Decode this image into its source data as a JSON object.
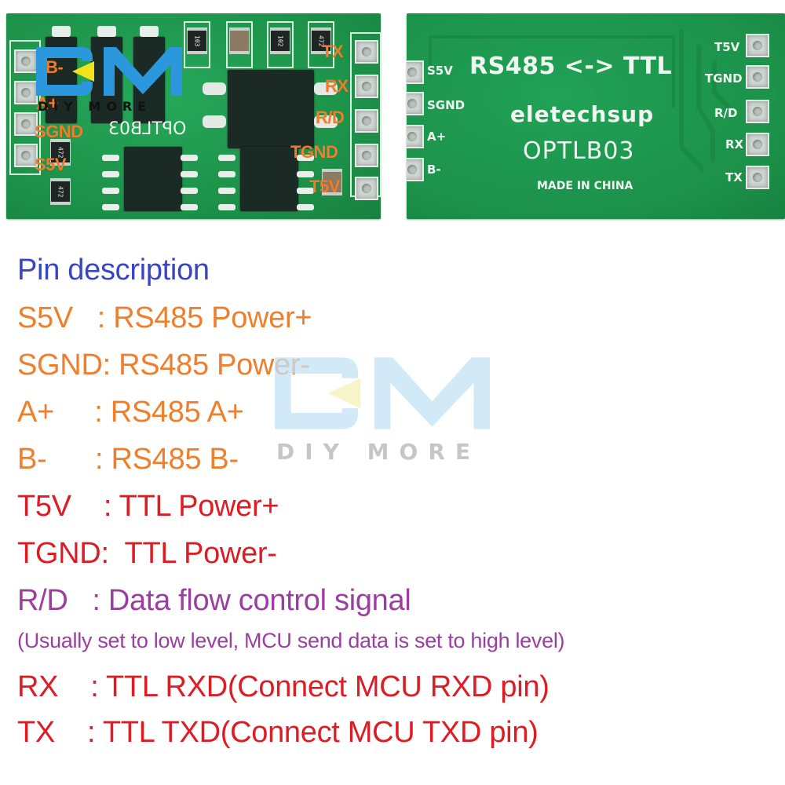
{
  "colors": {
    "heading": "#3a45c2",
    "rs485": "#ef7f2c",
    "ttl": "#de1c24",
    "control": "#9a3fa0",
    "pcb_green": "#1f9a4e",
    "silk": "#eef7ef",
    "logo_blue": "#2b97dc",
    "logo_yellow": "#f3e21a"
  },
  "front_board": {
    "model_silk": "OPTLB03",
    "resistor_codes": [
      "103",
      "102",
      "472",
      "472",
      "472"
    ],
    "left_pin_labels": [
      "B-",
      "A+",
      "SGND",
      "S5V"
    ],
    "right_pin_labels": [
      "TX",
      "RX",
      "R/D",
      "TGND",
      "T5V"
    ]
  },
  "back_board": {
    "title": "RS485 <-> TTL",
    "brand": "eletechsup",
    "model": "OPTLB03",
    "origin": "MADE IN CHINA",
    "left_pin_labels": [
      "S5V",
      "SGND",
      "A+",
      "B-"
    ],
    "right_pin_labels": [
      "T5V",
      "TGND",
      "R/D",
      "RX",
      "TX"
    ]
  },
  "watermark": {
    "logo_letters": "DM",
    "brand_text": "DIY MORE"
  },
  "pin_description": {
    "heading": "Pin description",
    "lines": [
      {
        "text": "S5V   : RS485 Power+",
        "group": "rs485"
      },
      {
        "text": "SGND: RS485 Power-",
        "group": "rs485"
      },
      {
        "text": "A+     : RS485 A+",
        "group": "rs485"
      },
      {
        "text": "B-      : RS485 B-",
        "group": "rs485"
      },
      {
        "text": "T5V    : TTL Power+",
        "group": "ttl"
      },
      {
        "text": "TGND:  TTL Power-",
        "group": "ttl"
      },
      {
        "text": "R/D   : Data flow control signal",
        "group": "control"
      },
      {
        "text": "(Usually set to low level, MCU send data is set to high level)",
        "group": "control"
      },
      {
        "text": "RX    : TTL RXD(Connect MCU RXD pin)",
        "group": "ttl"
      },
      {
        "text": "TX    : TTL TXD(Connect MCU TXD pin)",
        "group": "ttl"
      }
    ]
  }
}
